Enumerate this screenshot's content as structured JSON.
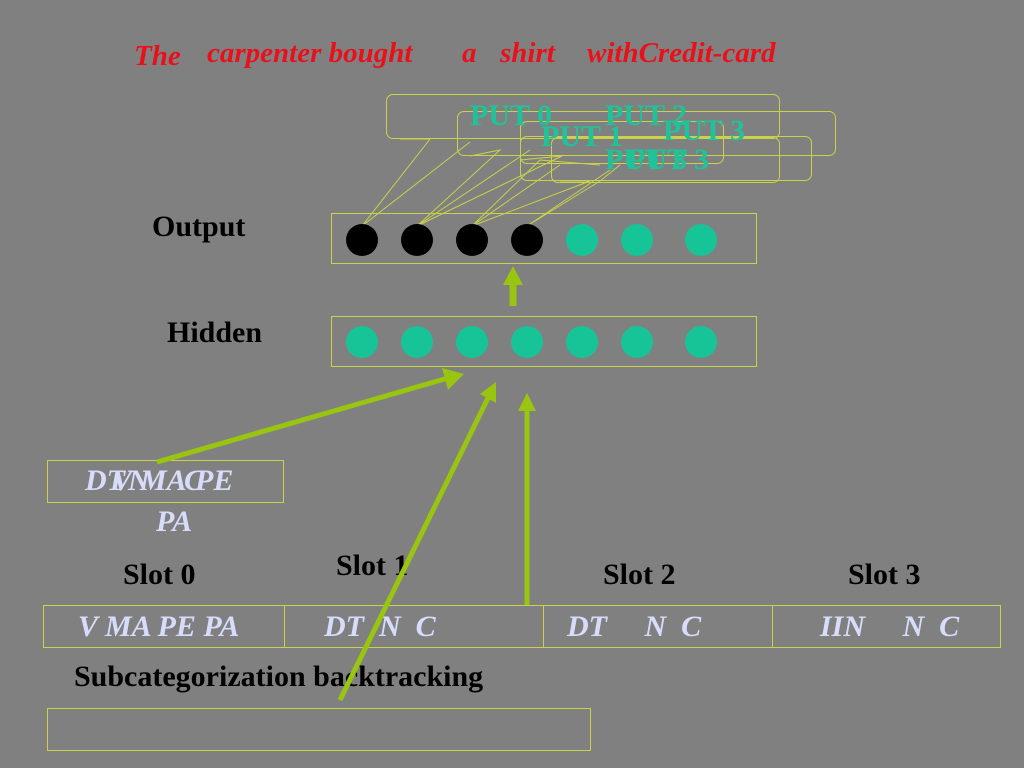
{
  "sentence": {
    "w1": "The",
    "w2": "carpenter bought",
    "w3": "a",
    "w4": "shirt",
    "w5": "withCredit-card"
  },
  "put_labels": [
    "PUT 0",
    "PUT 2",
    "PUT 1",
    "PUT 3",
    "PUT 3",
    "PUT 3"
  ],
  "layers": {
    "output_label": "Output",
    "hidden_label": "Hidden",
    "output_filled": 4,
    "output_total": 7,
    "hidden_total": 7
  },
  "focus_box": {
    "words": [
      "DT",
      "N",
      "C",
      "V",
      "MA",
      "PE"
    ],
    "second_line": "PA"
  },
  "slots": [
    {
      "label": "Slot 0",
      "content": "V MA PE PA"
    },
    {
      "label": "Slot 1",
      "content": "DT  N  C"
    },
    {
      "label": "Slot 2",
      "content": "DT     N  C"
    },
    {
      "label": "Slot 3",
      "content": "IIN     N  C"
    }
  ],
  "backtracking_label": "Subcategorization backtracking",
  "colors": {
    "background": "#808080",
    "sentence": "#e8111b",
    "unit_teal": "#17c497",
    "unit_black": "#000000",
    "arrow": "#99c40f",
    "box_outline": "#c9d24a",
    "slot_text": "#d8dcfb",
    "put_text": "#1fc39a"
  }
}
